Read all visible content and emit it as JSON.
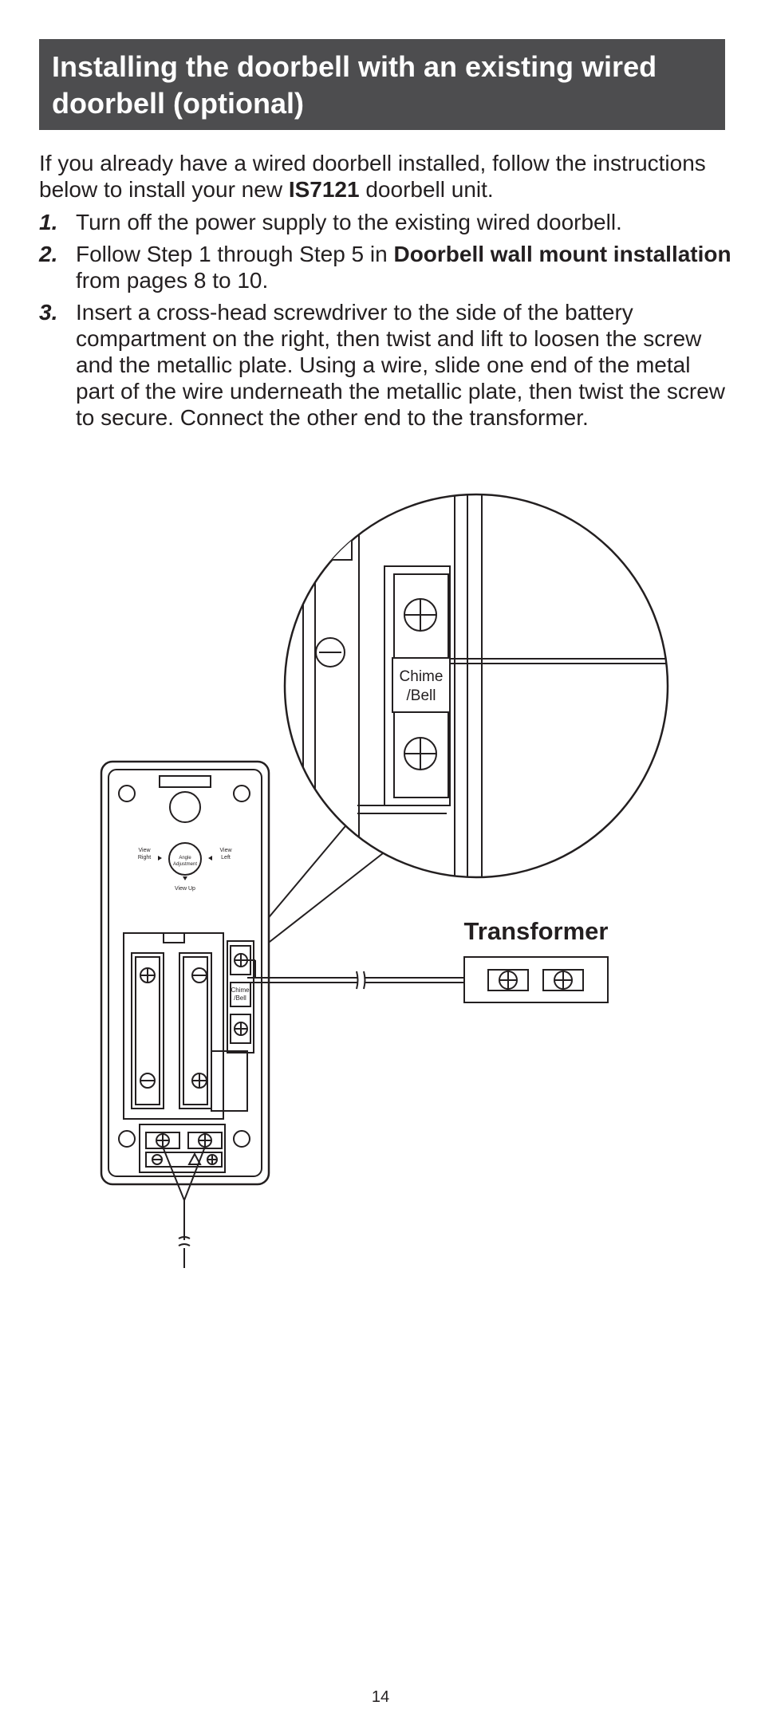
{
  "header": {
    "title": "Installing the doorbell with an existing wired doorbell (optional)"
  },
  "intro": {
    "before": "If you already have a wired doorbell installed, follow the instructions below to install your new ",
    "model": "IS7121",
    "after": " doorbell unit."
  },
  "steps": [
    {
      "num": "1.",
      "text": "Turn off the power supply to the existing wired doorbell."
    },
    {
      "num": "2.",
      "before": "Follow Step 1 through Step 5 in ",
      "bold": "Doorbell wall mount installation",
      "after": " from pages 8 to 10."
    },
    {
      "num": "3.",
      "text": "Insert a cross-head screwdriver to the side of the battery compartment on the right, then twist and lift to loosen the screw and the metallic plate. Using a wire, slide one end of the metal part of the wire underneath the metallic plate, then twist the screw to secure. Connect the other end to the transformer."
    }
  ],
  "diagram": {
    "zoom_label_line1": "Chime",
    "zoom_label_line2": "/Bell",
    "transformer_label": "Transformer",
    "unit_angle_label_1": "Angle",
    "unit_angle_label_2": "Adjustment",
    "unit_view_right_1": "View",
    "unit_view_right_2": "Right",
    "unit_view_left_1": "View",
    "unit_view_left_2": "Left",
    "unit_view_up": "View Up",
    "unit_chime_1": "Chime",
    "unit_chime_2": "/Bell"
  },
  "footer": {
    "page_number": "14"
  }
}
